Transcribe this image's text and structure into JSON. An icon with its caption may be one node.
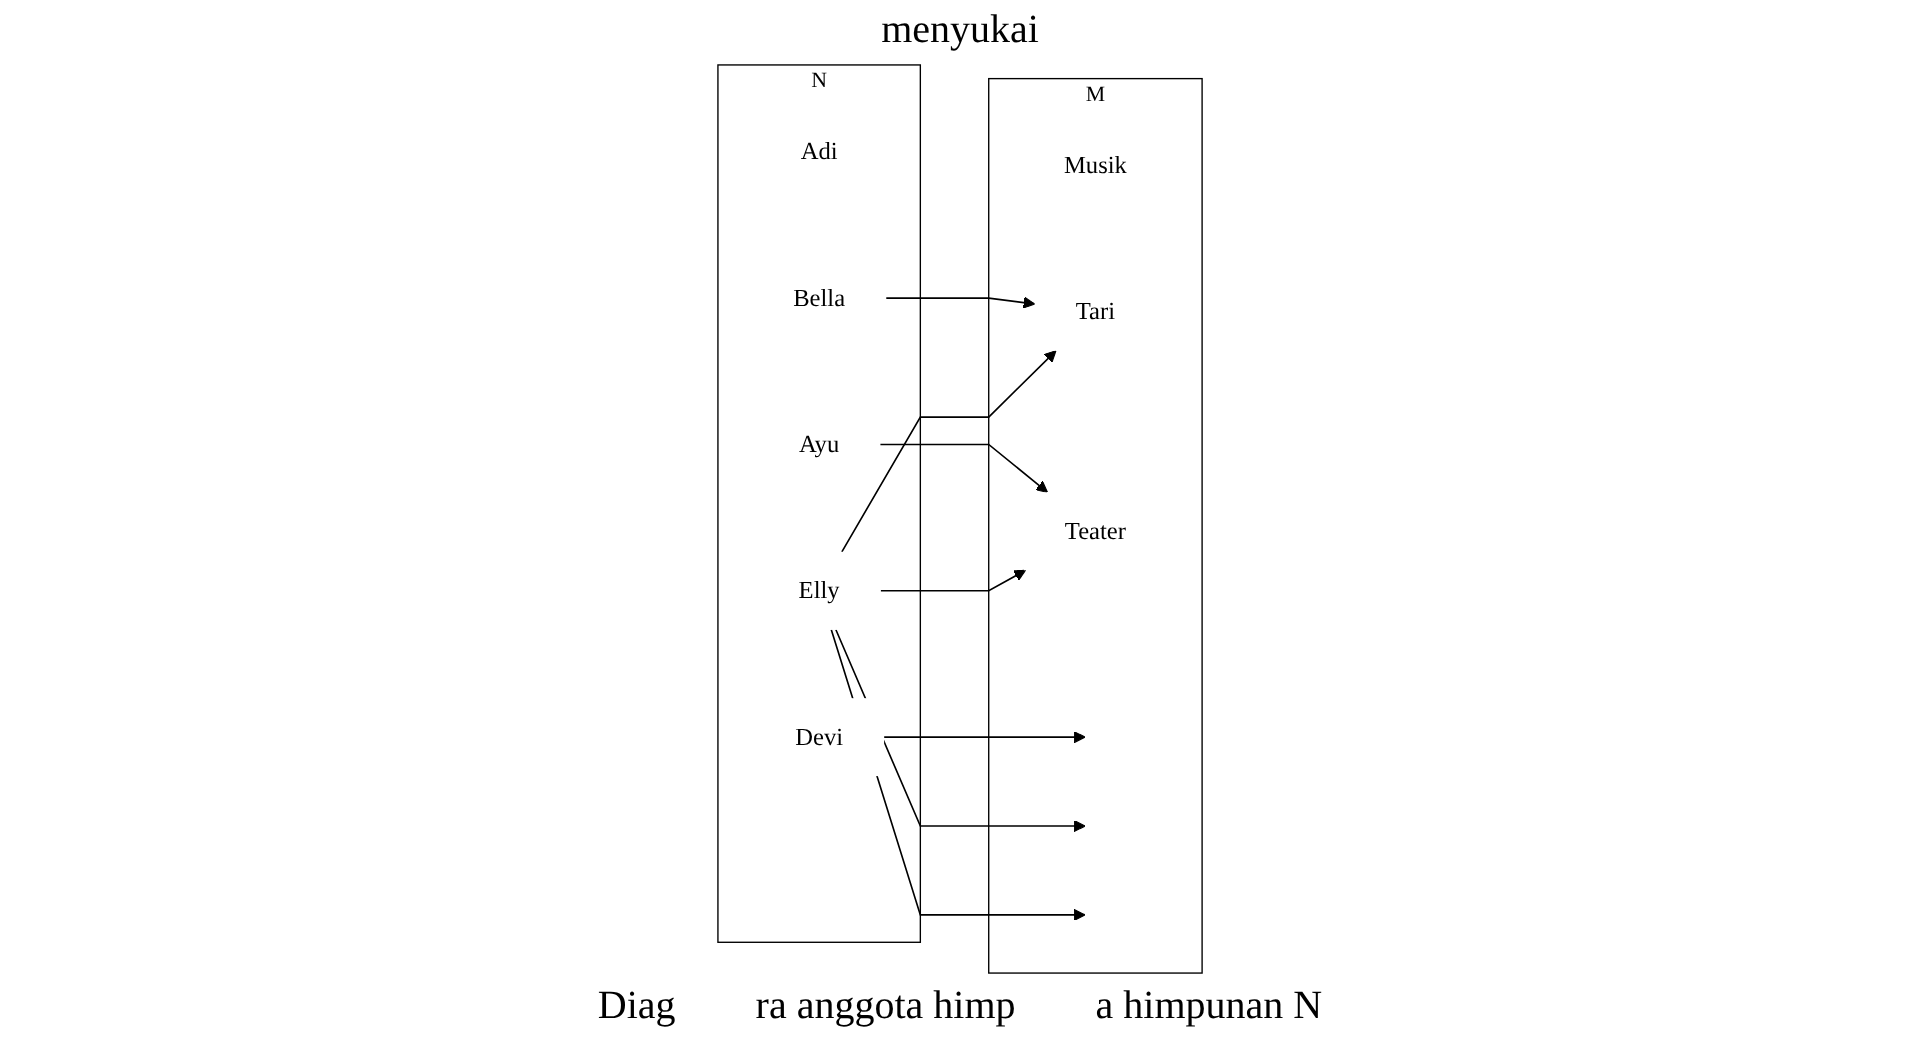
{
  "diagram": {
    "nodes": [
      {
        "text": [
          "N"
        ]
      },
      {
        "text": [
          "Adi"
        ],
        "in": 0
      },
      {
        "text": [
          "Bella"
        ],
        "in": 0
      },
      {
        "text": [
          "Ayu"
        ],
        "in": 0
      },
      {
        "text": [
          "Devi"
        ],
        "in": 0
      },
      {
        "text": [
          "Elly"
        ],
        "in": 0
      },
      {
        "text": [
          "M"
        ]
      },
      {
        "text": [
          "Musik"
        ],
        "in": 6
      },
      {
        "text": [
          "Tari"
        ],
        "in": 6
      },
      {
        "text": [
          "Teater"
        ],
        "in": 6
      }
    ],
    "edges": [
      {
        "from": 2,
        "to": 8,
        "arrow": "to"
      },
      {
        "from": 3,
        "to": 9,
        "arrow": "to"
      },
      {
        "from": 4,
        "to": null,
        "arrow": "to"
      },
      {
        "from": 5,
        "to": null,
        "arrow": "to"
      },
      {
        "from": 5,
        "to": 8,
        "arrow": "to"
      },
      {
        "from": 5,
        "to": 9,
        "arrow": "to"
      },
      {
        "from": 5,
        "to": null,
        "arrow": "to"
      }
    ],
    "labels": [
      "menyukai",
      "Diag",
      "ra anggota himp",
      "a himpunan N"
    ]
  }
}
